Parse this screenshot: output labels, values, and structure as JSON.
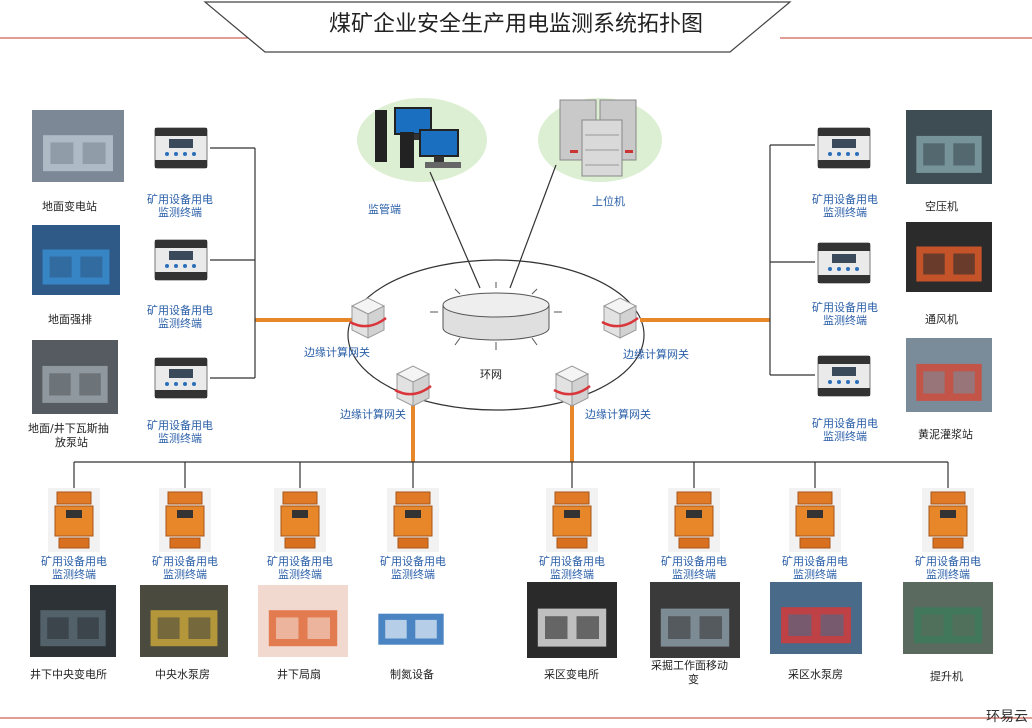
{
  "title": "煤矿企业安全生产用电监测系统拓扑图",
  "brand": "环易云",
  "ring_label": "环网",
  "monitor_label": "监管端",
  "host_label": "上位机",
  "gateway_label": "边缘计算网关",
  "terminal_label_line1": "矿用设备用电",
  "terminal_label_line2": "监测终端",
  "left_sites": [
    "地面变电站",
    "地面强排",
    "地面/井下瓦斯抽",
    "放泵站"
  ],
  "right_sites": [
    "空压机",
    "通风机",
    "黄泥灌浆站"
  ],
  "bottom_sites": [
    "井下中央变电所",
    "中央水泵房",
    "井下局扇",
    "制氮设备",
    "采区变电所",
    "采掘工作面移动",
    "变",
    "采区水泵房",
    "提升机"
  ],
  "colors": {
    "accent": "#e8862a",
    "line": "#333333",
    "title_line": "#c0392b",
    "blue_text": "#2a5fa8"
  }
}
